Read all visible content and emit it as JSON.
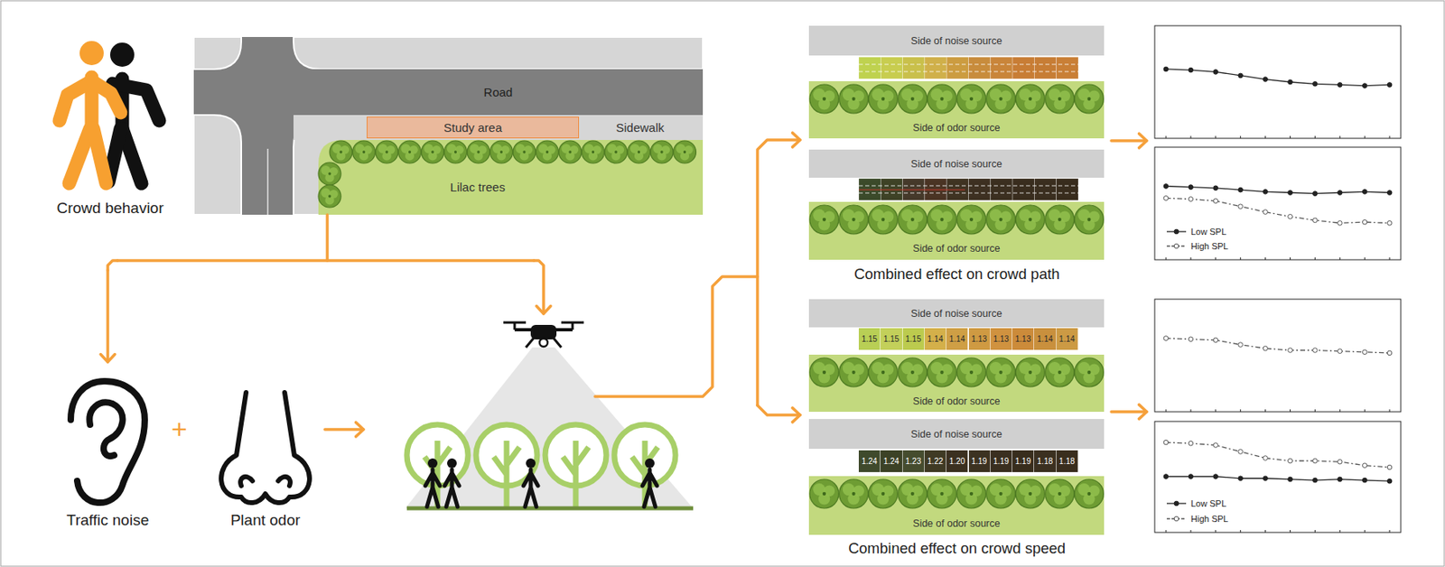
{
  "diagram": {
    "nodes": [
      {
        "text": [
          "Road"
        ]
      },
      {
        "text": [
          "Sidewalk"
        ]
      },
      {
        "text": [
          "Study area"
        ],
        "in": 1
      },
      {
        "text": [
          "Lilac trees"
        ]
      },
      {
        "text": [
          "Side of noise source"
        ]
      },
      {
        "text": [
          "Side of odor source"
        ]
      },
      {
        "text": [
          "Side of noise source"
        ]
      },
      {
        "text": [
          "Side of odor source"
        ]
      },
      {
        "text": [
          "Side of noise source"
        ]
      },
      {
        "text": [
          "Side of odor source"
        ]
      },
      {
        "text": [
          "Side of noise source"
        ]
      },
      {
        "text": [
          "Side of odor source"
        ]
      }
    ],
    "labels": [
      "Crowd behavior",
      "Traffic noise",
      "+",
      "Plant odor",
      "Combined effect on crowd path",
      "Combined effect on crowd speed",
      "1.15",
      "1.15",
      "1.15",
      "1.14",
      "1.14",
      "1.13",
      "1.13",
      "1.13",
      "1.14",
      "1.14",
      "1.24",
      "1.24",
      "1.23",
      "1.22",
      "1.20",
      "1.19",
      "1.19",
      "1.19",
      "1.18",
      "1.18"
    ],
    "legend": [
      {
        "text": "Low SPL"
      },
      {
        "text": "High SPL"
      },
      {
        "text": "Low SPL"
      },
      {
        "text": "High SPL"
      }
    ]
  }
}
